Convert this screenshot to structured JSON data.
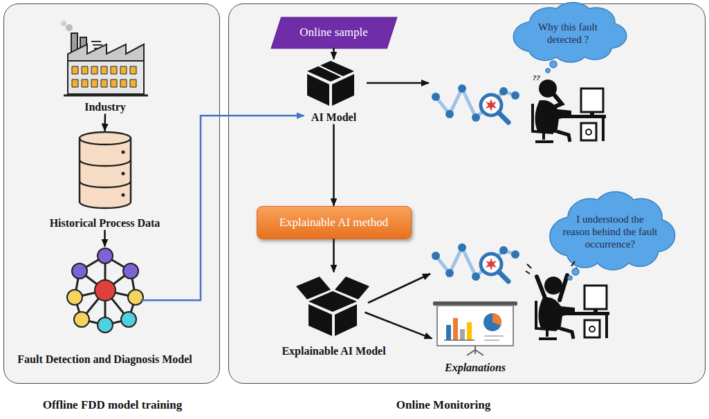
{
  "diagram": {
    "nodes": [
      {
        "text": [
          "Offline FDD model training"
        ]
      },
      {
        "text": [
          "Industry"
        ],
        "in": 0
      },
      {
        "text": [
          "Historical Process Data"
        ],
        "in": 0
      },
      {
        "text": [
          "Fault Detection and Diagnosis Model"
        ],
        "in": 0
      },
      {
        "text": [
          "Online Monitoring"
        ]
      },
      {
        "text": [
          "Online sample"
        ],
        "in": 4
      },
      {
        "text": [
          "Why this fault detected ?"
        ],
        "in": 4
      },
      {
        "text": [
          "AI Model"
        ],
        "in": 4
      },
      {
        "text": [
          "Explainable AI method"
        ],
        "in": 4
      },
      {
        "text": [
          "I understood the reason behind the fault occurrence?"
        ],
        "in": 4
      },
      {
        "text": [
          "Explainable AI Model"
        ],
        "in": 4
      },
      {
        "text": [
          "Explanations"
        ],
        "in": 4
      }
    ],
    "edges": [
      {
        "from": 1,
        "to": 2,
        "arrow": "to"
      },
      {
        "from": 2,
        "to": 3,
        "arrow": "to"
      },
      {
        "from": 3,
        "to": 7,
        "arrow": "to"
      },
      {
        "from": 5,
        "to": 7,
        "arrow": "to"
      },
      {
        "from": 7,
        "to": 8,
        "arrow": "to"
      },
      {
        "from": 8,
        "to": 10,
        "arrow": "to"
      },
      {
        "from": 10,
        "to": 11,
        "arrow": "to"
      }
    ],
    "labels": [
      "??"
    ]
  }
}
